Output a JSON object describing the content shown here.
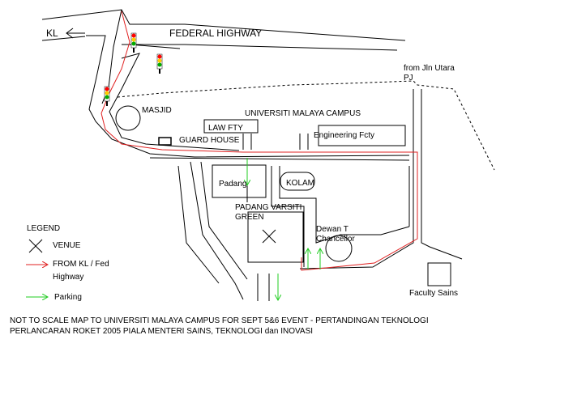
{
  "map": {
    "labels": {
      "kl": "KL",
      "federal_highway": "FEDERAL HIGHWAY",
      "from_jln_utara_line1": "from Jln Utara",
      "from_jln_utara_line2": "PJ",
      "masjid": "MASJID",
      "campus": "UNIVERSITI MALAYA CAMPUS",
      "law_faculty": "LAW FTY",
      "guard_house": "GUARD HOUSE",
      "engineering": "Engineering Fcty",
      "padang": "Padang",
      "kolam": "KOLAM",
      "padang_varsiti_line1": "PADANG VARSITI",
      "padang_varsiti_line2": "GREEN",
      "dewan_line1": "Dewan T",
      "dewan_line2": "Chancellor",
      "faculty_sains": "Faculty Sains"
    },
    "legend": {
      "title": "LEGEND",
      "venue": "VENUE",
      "route_line1": "FROM KL / Fed",
      "route_line2": "Highway",
      "parking": "Parking"
    },
    "note": {
      "line1": "NOT TO SCALE MAP TO UNIVERSITI MALAYA CAMPUS FOR SEPT 5&6 EVENT - PERTANDINGAN TEKNOLOGI",
      "line2": "PERLANCARAN ROKET 2005 PIALA MENTERI SAINS, TEKNOLOGI dan INOVASI"
    },
    "colors": {
      "road": "#000000",
      "route": "#e02020",
      "parking": "#22cc22",
      "traffic_red": "#ff0000",
      "traffic_yellow": "#ffcc00",
      "traffic_green": "#00aa00"
    }
  }
}
